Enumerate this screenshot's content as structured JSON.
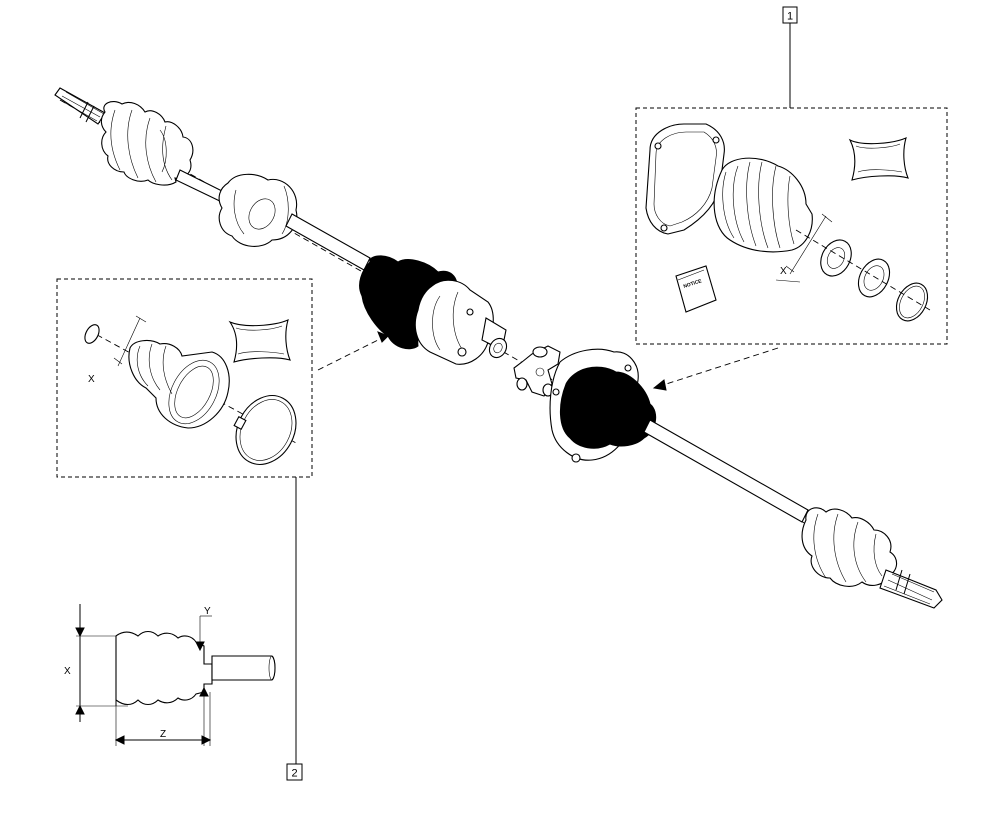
{
  "callouts": {
    "kit_1": "1",
    "kit_2": "2"
  },
  "kit_1": {
    "x_label": "X",
    "booklet_text": "NOTICE"
  },
  "kit_2": {
    "x_label": "X"
  },
  "dimension_detail": {
    "x_label": "X",
    "y_label": "Y",
    "z_label": "Z"
  }
}
